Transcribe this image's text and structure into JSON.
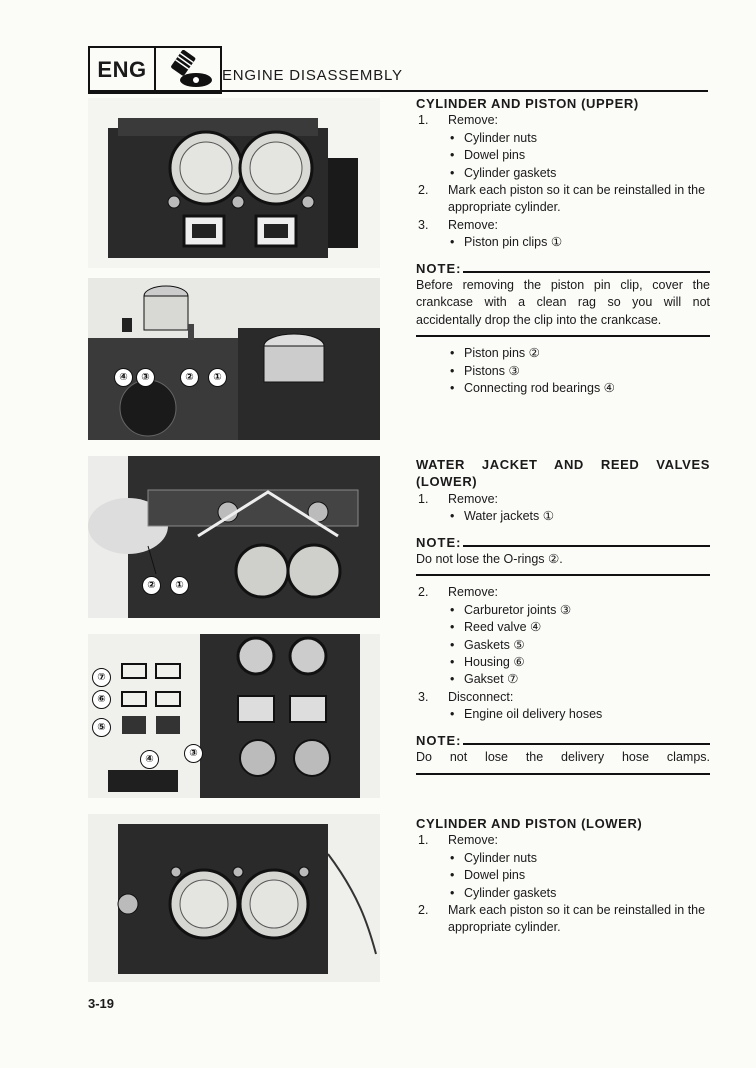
{
  "header": {
    "section_code": "ENG",
    "section_icon": "engine-piston-icon",
    "title": "ENGINE DISASSEMBLY"
  },
  "photos": [
    {
      "id": "photo-1",
      "callouts": []
    },
    {
      "id": "photo-2",
      "callouts": [
        "④",
        "③",
        "②",
        "①"
      ]
    },
    {
      "id": "photo-3",
      "callouts": [
        "②",
        "①"
      ]
    },
    {
      "id": "photo-4",
      "callouts": [
        "⑦",
        "⑥",
        "⑤",
        "④",
        "③"
      ]
    },
    {
      "id": "photo-5",
      "callouts": []
    }
  ],
  "sections": {
    "cyl_upper": {
      "heading": "CYLINDER AND PISTON (UPPER)",
      "step1": {
        "num": "1.",
        "label": "Remove:",
        "items": [
          "Cylinder nuts",
          "Dowel pins",
          "Cylinder gaskets"
        ]
      },
      "step2": {
        "num": "2.",
        "label": "Mark each piston so it can be reinstalled in the appropriate cylinder."
      },
      "step3": {
        "num": "3.",
        "label": "Remove:",
        "items": [
          "Piston pin clips ①"
        ]
      },
      "note": {
        "label": "NOTE:",
        "text": "Before removing the piston pin clip, cover the crankcase with a clean rag so you will not accidentally drop the clip into the crankcase."
      },
      "after_note_items": [
        "Piston pins ②",
        "Pistons ③",
        "Connecting rod bearings ④"
      ]
    },
    "water_jacket": {
      "heading_line1": "WATER JACKET AND REED VALVES",
      "heading_line2": "(LOWER)",
      "step1": {
        "num": "1.",
        "label": "Remove:",
        "items": [
          "Water jackets ①"
        ]
      },
      "note": {
        "label": "NOTE:",
        "text": "Do not lose the O-rings ②."
      },
      "step2": {
        "num": "2.",
        "label": "Remove:",
        "items": [
          "Carburetor joints ③",
          "Reed valve ④",
          "Gaskets ⑤",
          "Housing ⑥",
          "Gakset ⑦"
        ]
      },
      "step3": {
        "num": "3.",
        "label": "Disconnect:",
        "items": [
          "Engine oil delivery hoses"
        ]
      },
      "note2": {
        "label": "NOTE:",
        "text": "Do not lose the delivery hose clamps."
      }
    },
    "cyl_lower": {
      "heading": "CYLINDER AND PISTON (LOWER)",
      "step1": {
        "num": "1.",
        "label": "Remove:",
        "items": [
          "Cylinder nuts",
          "Dowel pins",
          "Cylinder gaskets"
        ]
      },
      "step2": {
        "num": "2.",
        "label": "Mark each piston so it can be reinstalled in the appropriate cylinder."
      }
    }
  },
  "footer": {
    "page_number": "3-19"
  }
}
